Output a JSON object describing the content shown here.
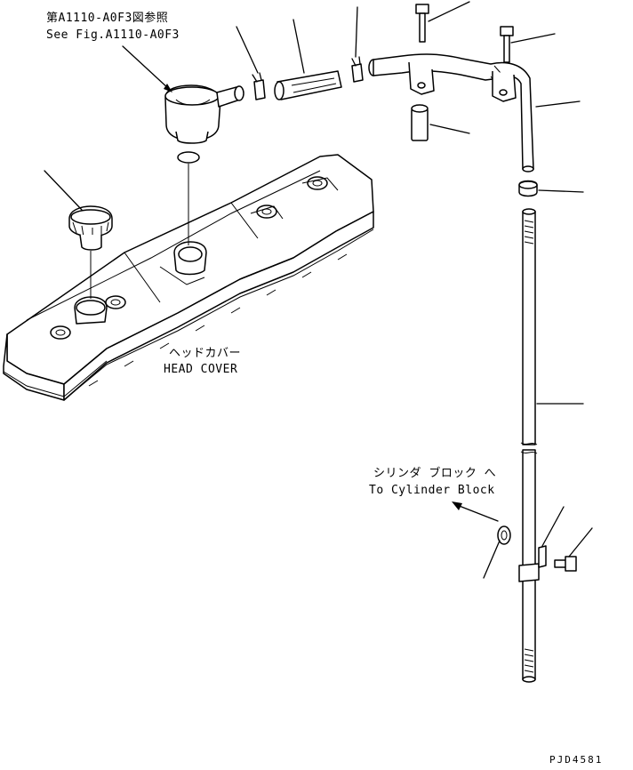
{
  "reference": {
    "line1": "第A1110-A0F3図参照",
    "line2": "See Fig.A1110-A0F3"
  },
  "head_cover": {
    "label_jp": "ヘッドカバー",
    "label_en": "HEAD COVER"
  },
  "cylinder_block": {
    "label_jp": "シリンダ ブロック へ",
    "label_en": "To Cylinder Block"
  },
  "drawing_code": "PJD4581"
}
